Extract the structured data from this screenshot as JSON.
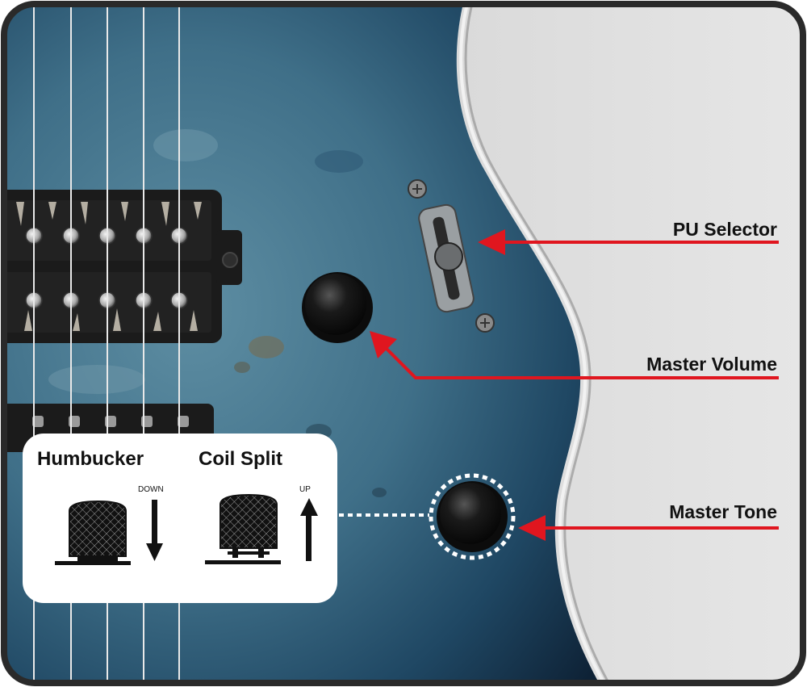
{
  "labels": {
    "pu_selector": "PU Selector",
    "master_volume": "Master Volume",
    "master_tone": "Master Tone"
  },
  "inset": {
    "humbucker_title": "Humbucker",
    "humbucker_direction": "DOWN",
    "coil_split_title": "Coil Split",
    "coil_split_direction": "UP"
  },
  "colors": {
    "annotation": "#e0161f",
    "body_blue": "#1d4a66",
    "frame": "#2a2a2a"
  }
}
